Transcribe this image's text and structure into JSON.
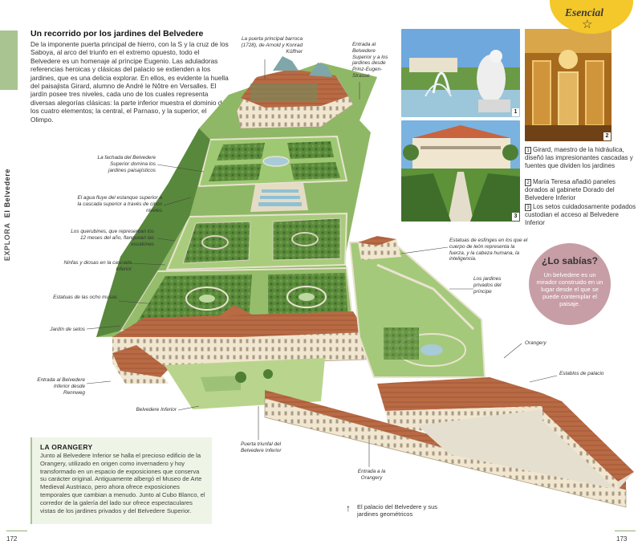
{
  "side": {
    "section": "EXPLORA",
    "area": "El Belvedere"
  },
  "intro": {
    "title": "Un recorrido por los jardines del Belvedere",
    "body": "De la imponente puerta principal de hierro, con la S y la cruz de los Saboya, al arco del triunfo en el extremo opuesto, todo el Belvedere es un homenaje al príncipe Eugenio. Las aduladoras referencias heroicas y clásicas del palacio se extienden a los jardines, que es una delicia explorar. En ellos, es evidente la huella del paisajista Girard, alumno de André le Nôtre en Versalles. El jardín posee tres niveles, cada uno de los cuales representa diversas alegorías clásicas: la parte inferior muestra el dominio de los cuatro elementos; la central, el Parnaso, y la superior, el Olimpo."
  },
  "labels": {
    "puerta": "La puerta principal barroca (1728), de Arnold y Konrad Küffner",
    "entrada_superior": "Entrada al Belvedere Superior y a los jardines desde Prinz-Eugen-Strasse",
    "fachada": "La fachada del Belvedere Superior domina los jardines paisajísticos",
    "agua": "El agua fluye del estanque superior a la cascada superior a través de cinco niveles",
    "querubines": "Los querubines, que representan los 12 meses del año, flanquean las escalones",
    "ninfas": "Ninfas y diosas en la cascada inferior",
    "estatuas": "Estatuas de las ocho musas",
    "setos": "Jardín de setos",
    "rennweg": "Entrada al Belvedere Inferior desde Rennweg",
    "inferior": "Belvedere Inferior",
    "triunfal": "Puerta triunfal del Belvedere Inferior",
    "orangery_entrada": "Entrada a la Orangery",
    "esfinges": "Estatuas de esfinges en los que el cuerpo de león representa la fuerza, y la cabeza humana, la inteligencia.",
    "privados": "Los jardines privados del príncipe",
    "orangery": "Orangery",
    "establos": "Establos de palacio"
  },
  "photos": [
    "1",
    "2",
    "3"
  ],
  "captions": [
    {
      "n": "1",
      "text": "Girard, maestro de la hidráulica, diseñó las impresionantes cascadas y fuentes que dividen los jardines"
    },
    {
      "n": "2",
      "text": "María Teresa añadió paneles dorados al gabinete Dorado del Belvedere Inferior"
    },
    {
      "n": "3",
      "text": "Los setos cuidadosamente podados custodian el acceso al Belvedere Inferior"
    }
  ],
  "badge": {
    "label": "Esencial",
    "star": "☆"
  },
  "sabias": {
    "title": "¿Lo sabías?",
    "body": "Un belvedere es un mirador construido en un lugar desde el que se puede contemplar el paisaje."
  },
  "box": {
    "title": "LA ORANGERY",
    "body": "Junto al Belvedere Inferior se halla el precioso edificio de la Orangery, utilizado en origen como invernadero y hoy transformado en un espacio de exposiciones que conserva su carácter original. Antiguamente albergó el Museo de Arte Medieval Austriaco, pero ahora ofrece exposiciones temporales que cambian a menudo. Junto al Cubo Blanco, el corredor de la galería del lado sur ofrece espectaculares vistas de los jardines privados y del Belvedere Superior."
  },
  "legend": {
    "arrow": "↑",
    "text": "El palacio del Belvedere y sus jardines geométricos"
  },
  "folios": {
    "left": "172",
    "right": "173"
  },
  "colors": {
    "accent_green": "#a9c491",
    "badge_yellow": "#f4c82a",
    "sabias_pink": "#c79ea6"
  }
}
